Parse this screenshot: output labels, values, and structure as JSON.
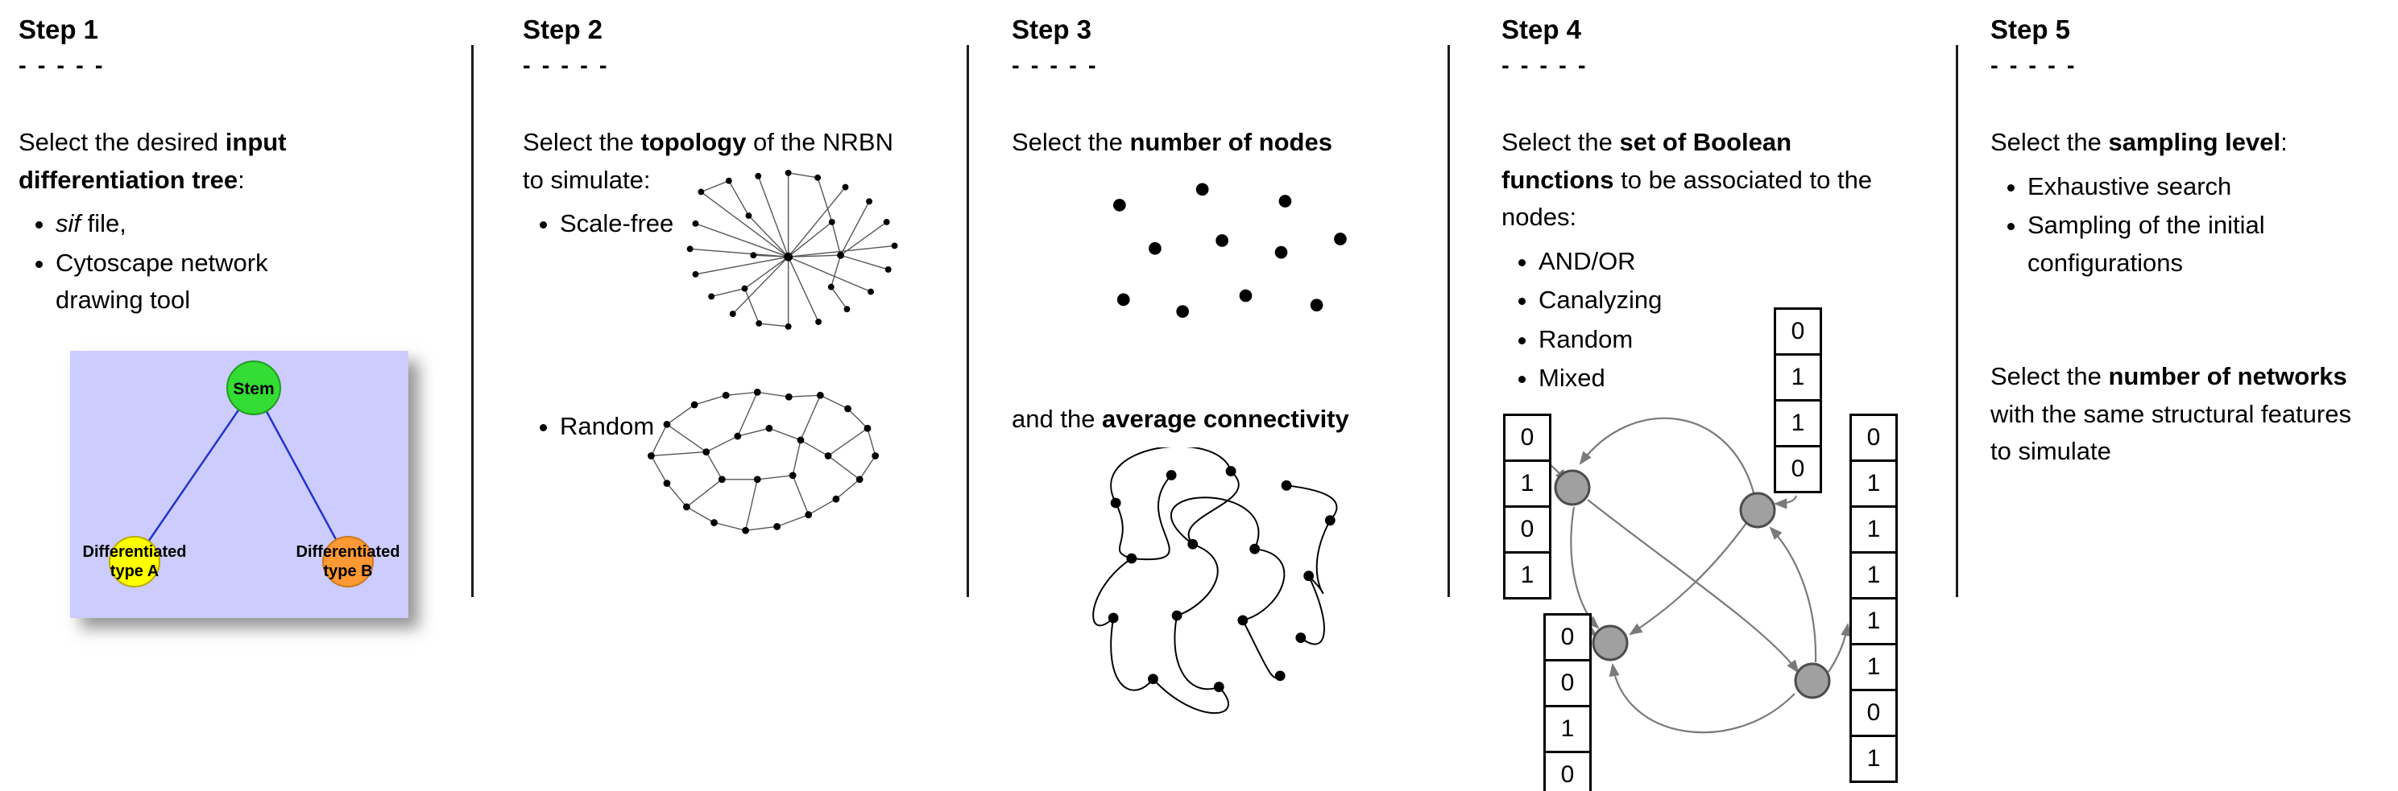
{
  "step1": {
    "title": "Step 1",
    "dashes": "- - - - -",
    "intro": {
      "pre": "Select the desired ",
      "bold": "input differentiation tree",
      "post": ":"
    },
    "bullet_sif_italic": "sif",
    "bullet_sif_rest": " file,",
    "bullet_cytoscape": "Cytoscape network drawing tool",
    "tree": {
      "stem_label": "Stem",
      "type_a_line1": "Differentiated",
      "type_a_line2": "type A",
      "type_b_line1": "Differentiated",
      "type_b_line2": "type B",
      "colors": {
        "background": "#ccccfe",
        "stem": "#33dd33",
        "type_a": "#ffff00",
        "type_b": "#ff9933",
        "edge": "#2233cc"
      }
    }
  },
  "step2": {
    "title": "Step 2",
    "dashes": "- - - - -",
    "intro": {
      "pre": "Select the ",
      "bold": "topology",
      "post": " of the NRBN to simulate:"
    },
    "bullets": [
      "Scale-free",
      "Random"
    ]
  },
  "step3": {
    "title": "Step 3",
    "dashes": "- - - - -",
    "intro": {
      "pre": "Select the ",
      "bold": "number of nodes",
      "post": ""
    },
    "connectivity": {
      "pre": "and the ",
      "bold": "average connectivity",
      "post": ""
    }
  },
  "step4": {
    "title": "Step 4",
    "dashes": "- - - - -",
    "intro": {
      "pre": "Select the ",
      "bold": "set of Boolean functions",
      "post": " to be associated to the nodes:"
    },
    "bullets": [
      "AND/OR",
      "Canalyzing",
      "Random",
      "Mixed"
    ],
    "truth_tables": {
      "left": [
        "0",
        "1",
        "0",
        "1"
      ],
      "top": [
        "0",
        "1",
        "1",
        "0"
      ],
      "bottom_left": [
        "0",
        "0",
        "1",
        "0"
      ],
      "right": [
        "0",
        "1",
        "1",
        "1",
        "1",
        "1",
        "0",
        "1"
      ]
    }
  },
  "step5": {
    "title": "Step 5",
    "dashes": "- - - - -",
    "intro": {
      "pre": "Select the ",
      "bold": "sampling level",
      "post": ":"
    },
    "bullets": [
      "Exhaustive search",
      "Sampling of the initial configurations"
    ],
    "networks": {
      "pre": "Select the ",
      "bold": "number of networks",
      "post": " with the same structural features to simulate"
    }
  }
}
